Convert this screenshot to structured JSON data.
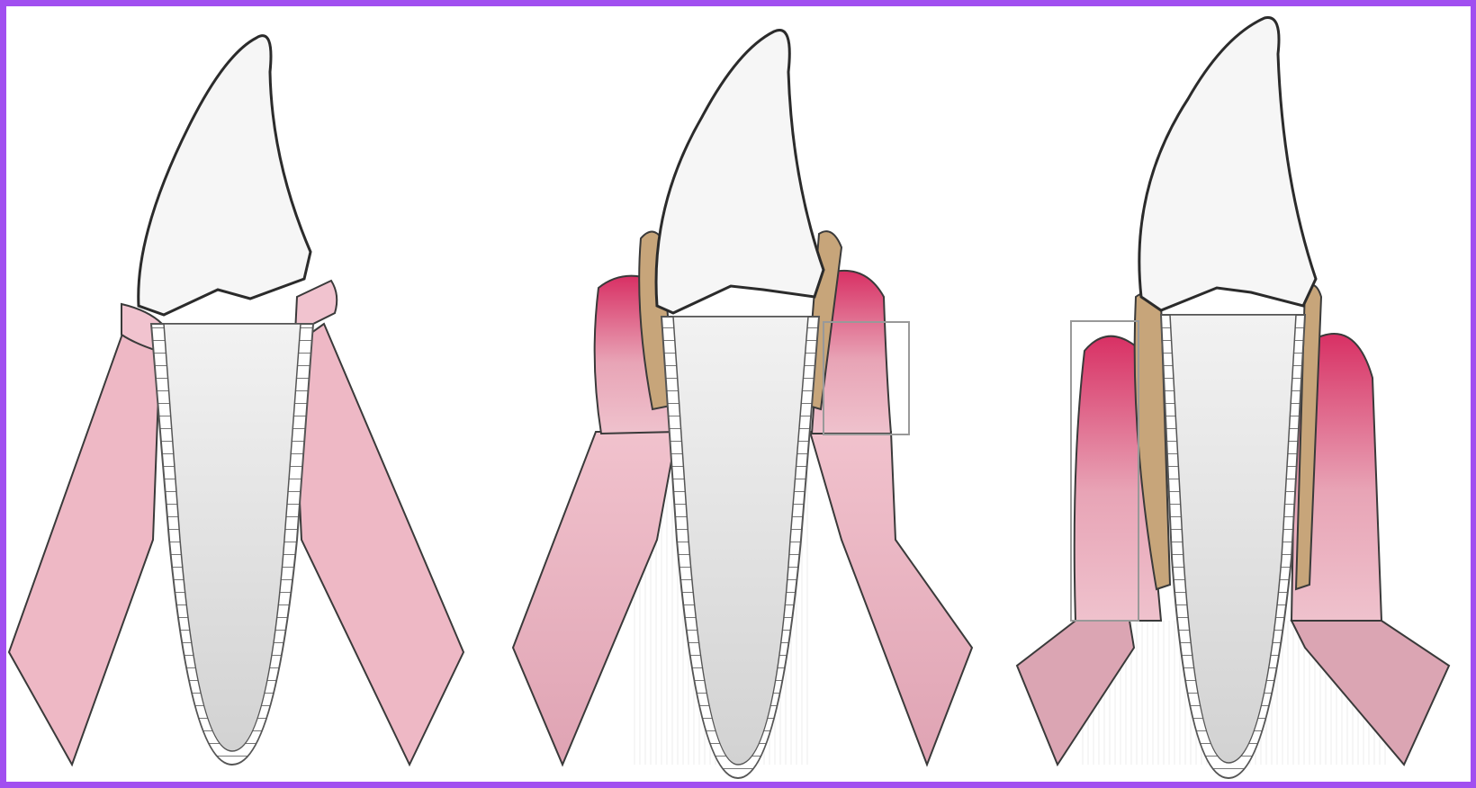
{
  "diagram": {
    "panels": [
      {
        "stage": "healthy",
        "features": [
          "tooth-crown",
          "tooth-root",
          "periodontal-ligament",
          "gingiva",
          "alveolar-bone"
        ]
      },
      {
        "stage": "gingivitis",
        "features": [
          "tooth-crown",
          "tooth-root",
          "periodontal-ligament",
          "plaque-calculus",
          "inflamed-gingiva",
          "alveolar-bone",
          "detail-box"
        ]
      },
      {
        "stage": "periodontitis",
        "features": [
          "tooth-crown",
          "tooth-root",
          "periodontal-ligament",
          "plaque-calculus",
          "inflamed-gingiva",
          "bone-loss",
          "detail-box"
        ]
      }
    ]
  },
  "colors": {
    "frame": "#a14ff0",
    "tooth": "#f4f4f4",
    "root": "#d9d9d9",
    "gingiva": "#ecb6c3",
    "inflamed_gingiva": "#dc3c6a",
    "calculus": "#c9a87c",
    "outline": "#2b2b2b"
  }
}
